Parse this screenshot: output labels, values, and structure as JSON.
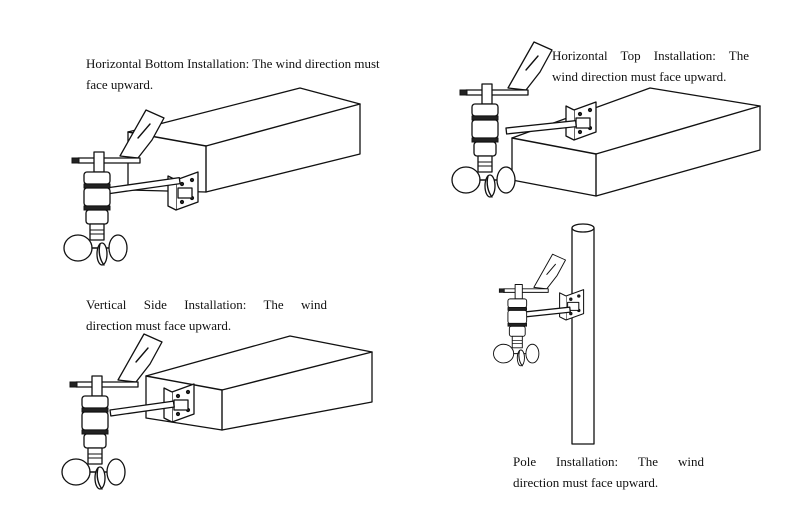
{
  "captions": {
    "horizontal_bottom": {
      "line1": "Horizontal Bottom Installation: The wind direction must",
      "line2": "face upward."
    },
    "horizontal_top": {
      "line1": "Horizontal  Top  Installation:  The",
      "line2": "wind direction must face upward."
    },
    "vertical_side": {
      "line1": "Vertical   Side   Installation:   The   wind",
      "line2": "direction must face upward."
    },
    "pole": {
      "line1": "Pole   Installation:   The   wind",
      "line2": "direction must face upward."
    }
  },
  "icons": [
    "wind-vane-icon",
    "mounting-bracket-icon",
    "cup-anemometer-icon",
    "mounting-box",
    "mounting-pole"
  ]
}
